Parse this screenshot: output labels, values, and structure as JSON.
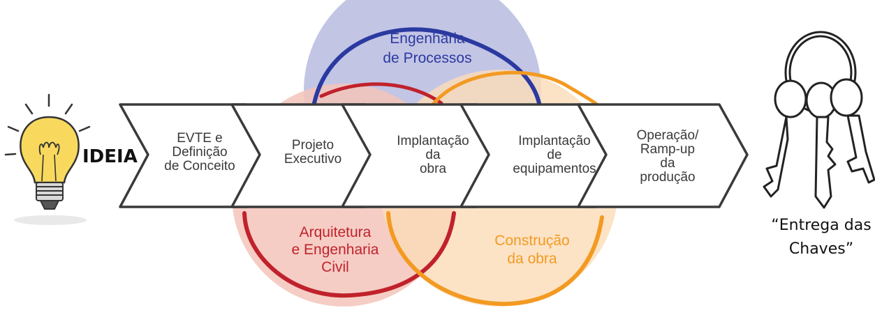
{
  "idea": {
    "label": "IDEIA"
  },
  "stages": [
    {
      "lines": [
        "EVTE e",
        "Definição",
        "de Conceito"
      ]
    },
    {
      "lines": [
        "Projeto",
        "Executivo"
      ]
    },
    {
      "lines": [
        "Implantação",
        "da",
        "obra"
      ]
    },
    {
      "lines": [
        "Implantação",
        "de",
        "equipamentos"
      ]
    },
    {
      "lines": [
        "Operação/",
        "Ramp-up",
        "da",
        "produção"
      ]
    }
  ],
  "circles": {
    "process": {
      "lines": [
        "Engenharia",
        "de Processos"
      ],
      "color": "#2b3aa0",
      "fill": "#b8bbe0"
    },
    "civil": {
      "lines": [
        "Arquitetura",
        "e Engenharia",
        "Civil"
      ],
      "color": "#c0222c",
      "fill": "#f3c4bb"
    },
    "construction": {
      "lines": [
        "Construção",
        "da obra"
      ],
      "color": "#f39a22",
      "fill": "#fbdcb8"
    }
  },
  "keys": {
    "lines": [
      "“Entrega das",
      "Chaves”"
    ]
  }
}
